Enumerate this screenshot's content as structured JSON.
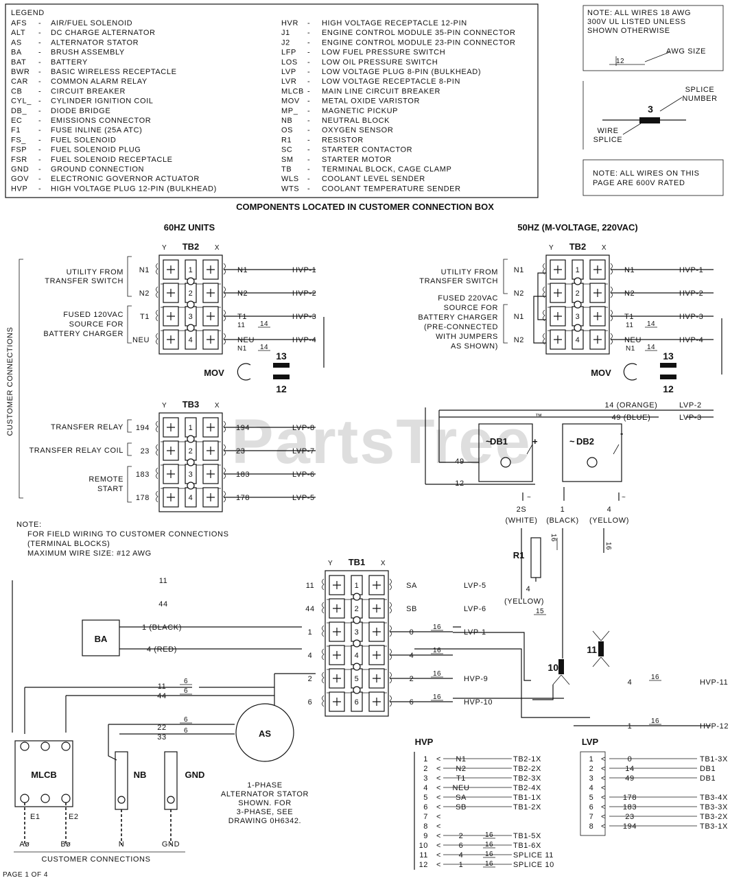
{
  "legend": {
    "title": "LEGEND",
    "left": [
      {
        "code": "AFS",
        "desc": "AIR/FUEL SOLENOID"
      },
      {
        "code": "ALT",
        "desc": "DC CHARGE ALTERNATOR"
      },
      {
        "code": "AS",
        "desc": "ALTERNATOR STATOR"
      },
      {
        "code": "BA",
        "desc": "BRUSH ASSEMBLY"
      },
      {
        "code": "BAT",
        "desc": "BATTERY"
      },
      {
        "code": "BWR",
        "desc": "BASIC WIRELESS RECEPTACLE"
      },
      {
        "code": "CAR",
        "desc": "COMMON ALARM RELAY"
      },
      {
        "code": "CB",
        "desc": "CIRCUIT BREAKER"
      },
      {
        "code": "CYL_",
        "desc": "CYLINDER IGNITION COIL"
      },
      {
        "code": "DB_",
        "desc": "DIODE BRIDGE"
      },
      {
        "code": "EC",
        "desc": "EMISSIONS CONNECTOR"
      },
      {
        "code": "F1",
        "desc": "FUSE INLINE (25A ATC)"
      },
      {
        "code": "FS_",
        "desc": "FUEL SOLENOID"
      },
      {
        "code": "FSP",
        "desc": "FUEL SOLENOID PLUG"
      },
      {
        "code": "FSR",
        "desc": "FUEL SOLENOID RECEPTACLE"
      },
      {
        "code": "GND",
        "desc": "GROUND CONNECTION"
      },
      {
        "code": "GOV",
        "desc": "ELECTRONIC GOVERNOR ACTUATOR"
      },
      {
        "code": "HVP",
        "desc": "HIGH VOLTAGE PLUG 12-PIN (BULKHEAD)"
      }
    ],
    "right": [
      {
        "code": "HVR",
        "desc": "HIGH VOLTAGE RECEPTACLE 12-PIN"
      },
      {
        "code": "J1",
        "desc": "ENGINE CONTROL MODULE 35-PIN CONNECTOR"
      },
      {
        "code": "J2",
        "desc": "ENGINE CONTROL MODULE 23-PIN CONNECTOR"
      },
      {
        "code": "LFP",
        "desc": "LOW FUEL PRESSURE SWITCH"
      },
      {
        "code": "LOS",
        "desc": "LOW OIL PRESSURE SWITCH"
      },
      {
        "code": "LVP",
        "desc": "LOW VOLTAGE PLUG 8-PIN (BULKHEAD)"
      },
      {
        "code": "LVR",
        "desc": "LOW VOLTAGE RECEPTACLE 8-PIN"
      },
      {
        "code": "MLCB",
        "desc": "MAIN LINE CIRCUIT BREAKER"
      },
      {
        "code": "MOV",
        "desc": "METAL OXIDE VARISTOR"
      },
      {
        "code": "MP_",
        "desc": "MAGNETIC PICKUP"
      },
      {
        "code": "NB",
        "desc": "NEUTRAL BLOCK"
      },
      {
        "code": "OS",
        "desc": "OXYGEN SENSOR"
      },
      {
        "code": "R1",
        "desc": "RESISTOR"
      },
      {
        "code": "SC",
        "desc": "STARTER CONTACTOR"
      },
      {
        "code": "SM",
        "desc": "STARTER MOTOR"
      },
      {
        "code": "TB",
        "desc": "TERMINAL BLOCK, CAGE CLAMP"
      },
      {
        "code": "WLS",
        "desc": "COOLANT LEVEL SENDER"
      },
      {
        "code": "WTS",
        "desc": "COOLANT TEMPERATURE SENDER"
      }
    ]
  },
  "notes": {
    "awg_note": [
      "NOTE: ALL WIRES 18 AWG",
      "300V UL LISTED UNLESS",
      "SHOWN OTHERWISE"
    ],
    "awg_size_label": "AWG SIZE",
    "awg_example": "12",
    "splice_number_label": [
      "SPLICE",
      "NUMBER"
    ],
    "splice_example": "3",
    "wire_splice_label": [
      "WIRE",
      "SPLICE"
    ],
    "rating_note": [
      "NOTE: ALL WIRES ON THIS",
      "PAGE ARE 600V RATED"
    ],
    "field_wiring": [
      "NOTE:",
      "FOR FIELD WIRING TO CUSTOMER CONNECTIONS",
      "(TERMINAL BLOCKS)",
      "MAXIMUM WIRE SIZE: #12 AWG"
    ]
  },
  "section_title": "COMPONENTS LOCATED IN CUSTOMER CONNECTION BOX",
  "hz60": {
    "title": "60HZ UNITS",
    "vertical_label": "CUSTOMER CONNECTIONS",
    "tb2": {
      "name": "TB2",
      "y": "Y",
      "x": "X",
      "nums": [
        "1",
        "2",
        "3",
        "4"
      ]
    },
    "tb2_groups": [
      [
        "UTILITY FROM",
        "TRANSFER SWITCH"
      ],
      [
        "FUSED 120VAC",
        "SOURCE FOR",
        "BATTERY CHARGER"
      ]
    ],
    "tb2_left": [
      "N1",
      "N2",
      "T1",
      "NEU"
    ],
    "tb2_wires": [
      "N1",
      "N2",
      "T1",
      "NEU"
    ],
    "tb2_wire_sub": [
      "",
      "",
      "11",
      "N1"
    ],
    "tb2_gauge": [
      "",
      "",
      "14",
      "14"
    ],
    "tb2_dest": [
      "HVP-1",
      "HVP-2",
      "HVP-3",
      "HVP-4"
    ],
    "mov": "MOV",
    "mov_splices": [
      "13",
      "12"
    ],
    "tb3": {
      "name": "TB3",
      "y": "Y",
      "x": "X",
      "nums": [
        "1",
        "2",
        "3",
        "4"
      ]
    },
    "tb3_groups": [
      [
        "TRANSFER RELAY"
      ],
      [
        "TRANSFER RELAY COIL"
      ],
      [
        "REMOTE",
        "START"
      ]
    ],
    "tb3_left": [
      "194",
      "23",
      "183",
      "178"
    ],
    "tb3_wires": [
      "194",
      "23",
      "183",
      "178"
    ],
    "tb3_dest": [
      "LVP-8",
      "LVP-7",
      "LVP-6",
      "LVP-5"
    ]
  },
  "hz50": {
    "title": "50HZ (M-VOLTAGE, 220VAC)",
    "tb2": {
      "name": "TB2",
      "y": "Y",
      "x": "X",
      "nums": [
        "1",
        "2",
        "3",
        "4"
      ]
    },
    "tb2_groups": [
      [
        "UTILITY FROM",
        "TRANSFER SWITCH"
      ],
      [
        "FUSED 220VAC",
        "SOURCE FOR",
        "BATTERY CHARGER",
        "(PRE-CONNECTED",
        "WITH JUMPERS",
        "AS SHOWN)"
      ]
    ],
    "tb2_left": [
      "N1",
      "N2",
      "N1",
      "N2"
    ],
    "tb2_wires": [
      "N1",
      "N2",
      "T1",
      "NEU"
    ],
    "tb2_wire_sub": [
      "",
      "",
      "11",
      "N1"
    ],
    "tb2_gauge": [
      "",
      "",
      "14",
      "14"
    ],
    "tb2_dest": [
      "HVP-1",
      "HVP-2",
      "HVP-3",
      "HVP-4"
    ],
    "mov": "MOV",
    "mov_splices": [
      "13",
      "12"
    ],
    "lvp_wires": [
      {
        "label": "14 (ORANGE)",
        "dest": "LVP-2"
      },
      {
        "label": "49 (BLUE)",
        "dest": "LVP-3"
      }
    ],
    "db1": "DB1",
    "db2": "DB2",
    "db_wires": [
      "49",
      "12"
    ],
    "db_bottom": [
      {
        "num": "2S",
        "color": "(WHITE)"
      },
      {
        "num": "1",
        "color": "(BLACK)"
      },
      {
        "num": "4",
        "color": "(YELLOW)"
      }
    ],
    "gauge_16": "16"
  },
  "tb1_section": {
    "tb1": {
      "name": "TB1",
      "y": "Y",
      "x": "X",
      "nums": [
        "1",
        "2",
        "3",
        "4",
        "5",
        "6"
      ]
    },
    "left_wires": [
      "11",
      "44",
      "1",
      "4",
      "2",
      "6"
    ],
    "right_wires": [
      "SA",
      "SB",
      "0",
      "4",
      "2",
      "6"
    ],
    "right_gauge": [
      "",
      "",
      "16",
      "16",
      "16",
      "16"
    ],
    "right_dest": [
      "LVP-5",
      "LVP-6",
      "LVP-1",
      "",
      "HVP-9",
      "HVP-10"
    ],
    "ba": "BA",
    "ba_wires": [
      "1 (BLACK)",
      "4 (RED)"
    ],
    "top_left_wires": [
      "11",
      "44"
    ],
    "mid_wires": [
      {
        "num": "11",
        "gauge": "6"
      },
      {
        "num": "44",
        "gauge": "6"
      }
    ],
    "low_wires": [
      {
        "num": "22",
        "gauge": "6"
      },
      {
        "num": "33",
        "gauge": "6"
      }
    ],
    "as": "AS",
    "as_caption": [
      "1-PHASE",
      "ALTERNATOR STATOR",
      "SHOWN. FOR",
      "3-PHASE, SEE",
      "DRAWING 0H6342."
    ],
    "mlcb": "MLCB",
    "mlcb_terms": [
      "E1",
      "E2"
    ],
    "nb": "NB",
    "gnd": "GND",
    "bottom_labels": [
      "Aø",
      "Bø",
      "N",
      "GND"
    ],
    "bottom_caption": "CUSTOMER CONNECTIONS",
    "r1": "R1",
    "r1_wire": [
      "4",
      "(YELLOW)"
    ],
    "r1_gauge": "15",
    "splice10": "10",
    "splice11": "11",
    "hvr_wires": [
      {
        "num": "4",
        "gauge": "16",
        "dest": "HVP-11"
      },
      {
        "num": "1",
        "gauge": "16",
        "dest": "HVP-12"
      }
    ]
  },
  "hvp_table": {
    "title": "HVP",
    "rows": [
      {
        "pin": "1",
        "wire": "N1",
        "gauge": "",
        "dest": "TB2-1X"
      },
      {
        "pin": "2",
        "wire": "N2",
        "gauge": "",
        "dest": "TB2-2X"
      },
      {
        "pin": "3",
        "wire": "T1",
        "gauge": "",
        "dest": "TB2-3X"
      },
      {
        "pin": "4",
        "wire": "NEU",
        "gauge": "",
        "dest": "TB2-4X"
      },
      {
        "pin": "5",
        "wire": "SA",
        "gauge": "",
        "dest": "TB1-1X"
      },
      {
        "pin": "6",
        "wire": "SB",
        "gauge": "",
        "dest": "TB1-2X"
      },
      {
        "pin": "7",
        "wire": "",
        "gauge": "",
        "dest": ""
      },
      {
        "pin": "8",
        "wire": "",
        "gauge": "",
        "dest": ""
      },
      {
        "pin": "9",
        "wire": "2",
        "gauge": "16",
        "dest": "TB1-5X"
      },
      {
        "pin": "10",
        "wire": "6",
        "gauge": "16",
        "dest": "TB1-6X"
      },
      {
        "pin": "11",
        "wire": "4",
        "gauge": "16",
        "dest": "SPLICE 11"
      },
      {
        "pin": "12",
        "wire": "1",
        "gauge": "16",
        "dest": "SPLICE 10"
      }
    ]
  },
  "lvp_table": {
    "title": "LVP",
    "rows": [
      {
        "pin": "1",
        "wire": "0",
        "dest": "TB1-3X"
      },
      {
        "pin": "2",
        "wire": "14",
        "dest": "DB1"
      },
      {
        "pin": "3",
        "wire": "49",
        "dest": "DB1"
      },
      {
        "pin": "4",
        "wire": "",
        "dest": ""
      },
      {
        "pin": "5",
        "wire": "178",
        "dest": "TB3-4X"
      },
      {
        "pin": "6",
        "wire": "183",
        "dest": "TB3-3X"
      },
      {
        "pin": "7",
        "wire": "23",
        "dest": "TB3-2X"
      },
      {
        "pin": "8",
        "wire": "194",
        "dest": "TB3-1X"
      }
    ]
  },
  "footer": {
    "page": "PAGE 1 OF 4"
  },
  "watermark": {
    "text": "PartsTree",
    "tm": "™"
  }
}
